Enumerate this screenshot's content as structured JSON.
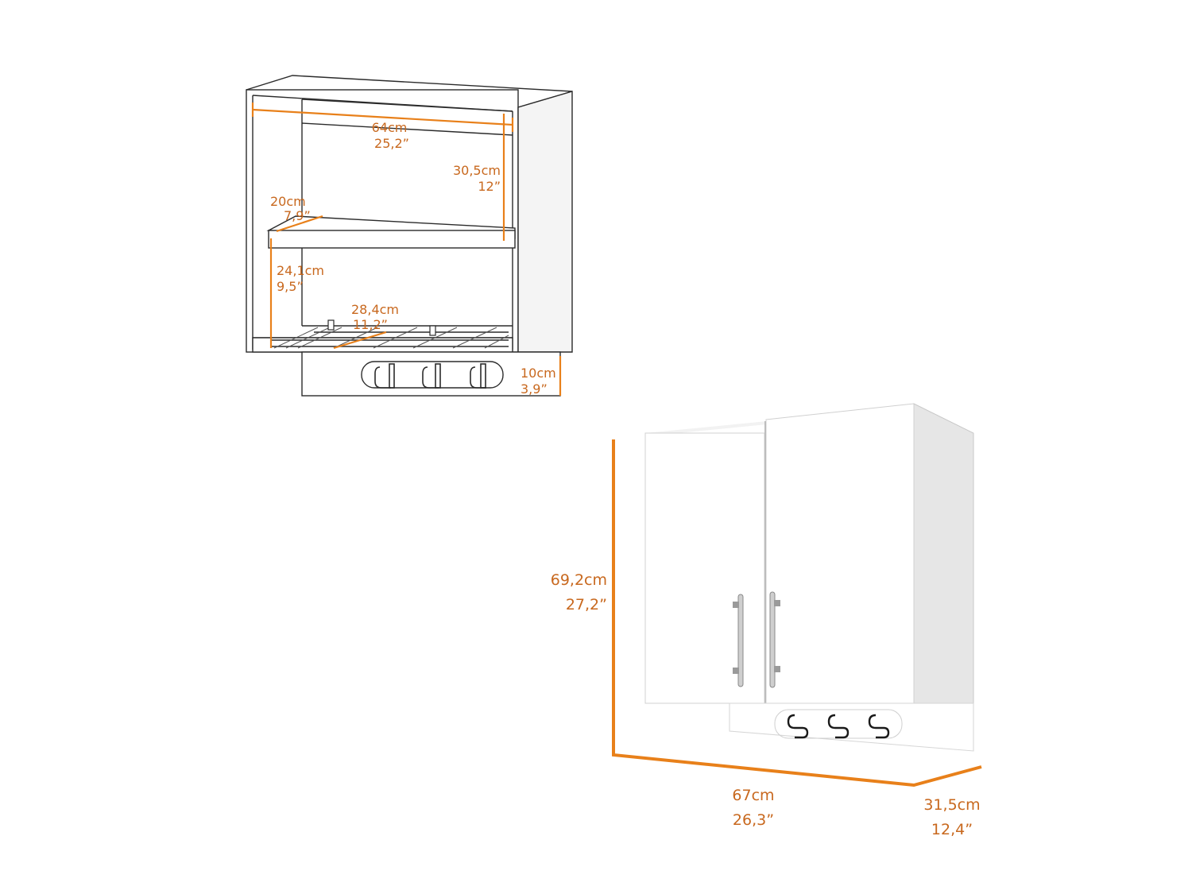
{
  "colors": {
    "accent_orange": "#e8801a",
    "label_orange": "#c8681e",
    "line": "#2b2b2b",
    "cabinet_side": "#e6e6e6"
  },
  "interior_view": {
    "width": {
      "cm": "64cm",
      "in": "25,2”"
    },
    "upper_height": {
      "cm": "30,5cm",
      "in": "12”"
    },
    "shelf_depth": {
      "cm": "20cm",
      "in": "7,9”"
    },
    "lower_height": {
      "cm": "24,1cm",
      "in": "9,5”"
    },
    "rack_depth": {
      "cm": "28,4cm",
      "in": "11,2”"
    },
    "rack_drop": {
      "cm": "10cm",
      "in": "3,9”"
    }
  },
  "exterior_view": {
    "height": {
      "cm": "69,2cm",
      "in": "27,2”"
    },
    "width": {
      "cm": "67cm",
      "in": "26,3”"
    },
    "depth": {
      "cm": "31,5cm",
      "in": "12,4”"
    }
  }
}
